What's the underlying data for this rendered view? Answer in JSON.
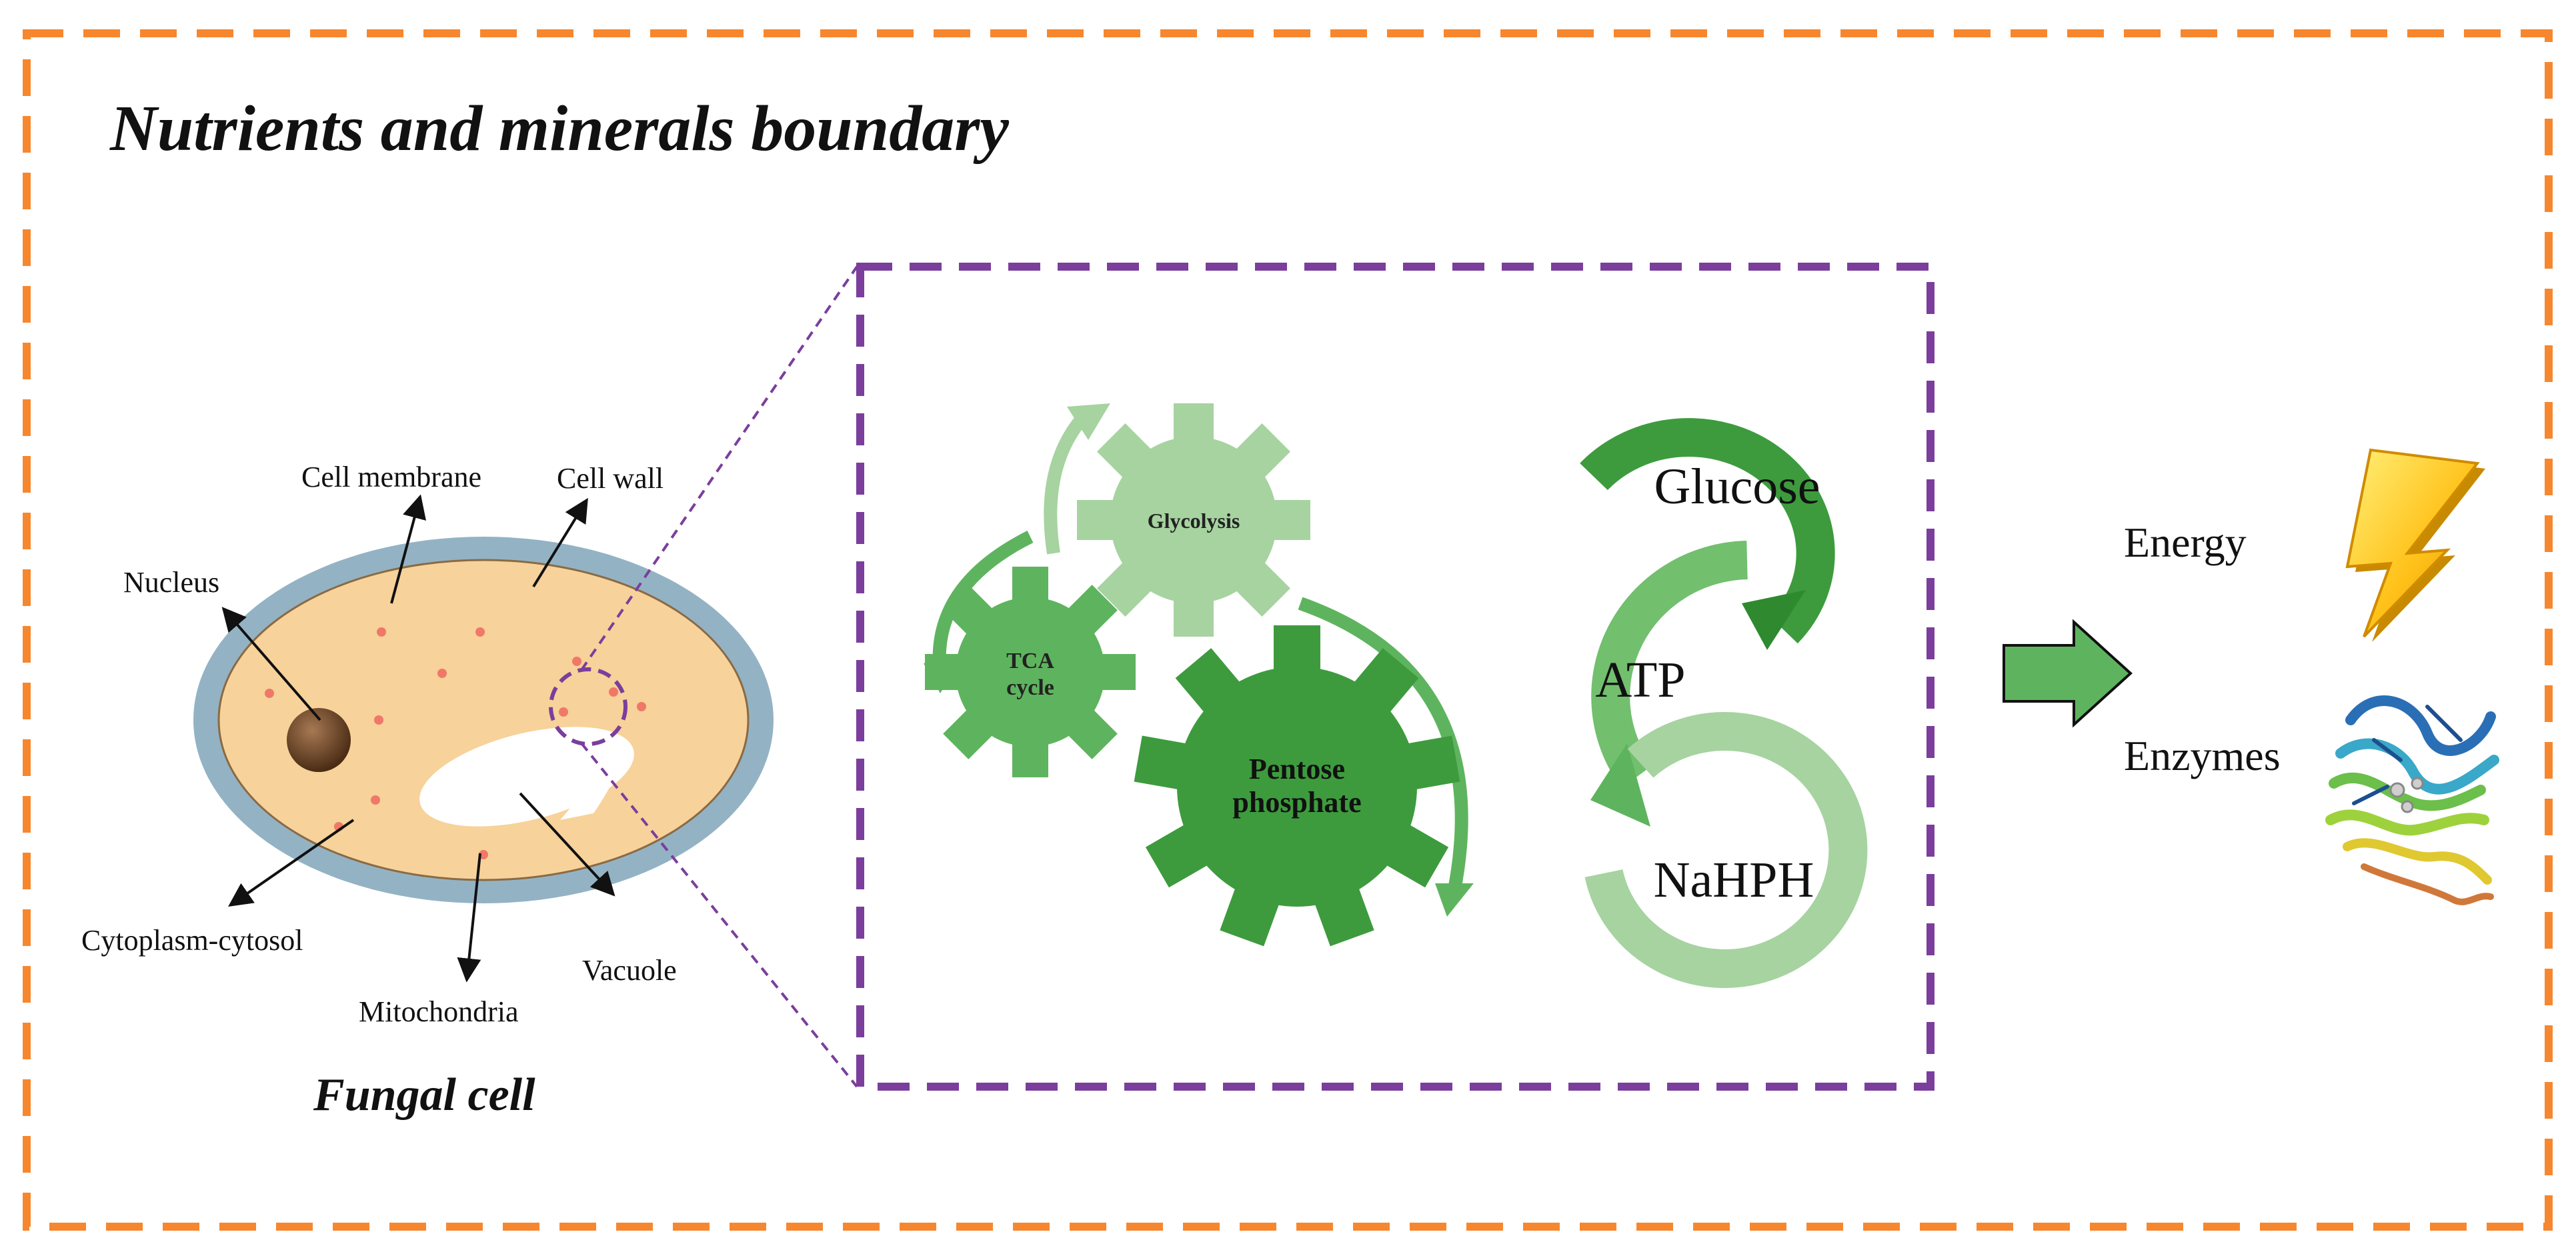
{
  "boundary": {
    "title": "Nutrients and minerals boundary"
  },
  "cell": {
    "caption": "Fungal cell",
    "labels": {
      "cell_membrane": "Cell membrane",
      "cell_wall": "Cell wall",
      "nucleus": "Nucleus",
      "cytoplasm": "Cytoplasm-cytosol",
      "mitochondria": "Mitochondria",
      "vacuole": "Vacuole"
    }
  },
  "pathways": {
    "glycolysis": "Glycolysis",
    "tca_line1": "TCA",
    "tca_line2": "cycle",
    "pentose_line1": "Pentose",
    "pentose_line2": "phosphate"
  },
  "cycle": {
    "glucose": "Glucose",
    "atp": "ATP",
    "nahph": "NaHPH"
  },
  "outputs": {
    "energy": "Energy",
    "enzymes": "Enzymes"
  },
  "colors": {
    "boundary": "#f7872e",
    "zoom_box": "#7b3e9c",
    "dark_green": "#3d9b3d",
    "mid_green": "#5eb45e",
    "light_green": "#a6d3a0",
    "cytoplasm": "#f7d29a",
    "cell_wall": "#93b3c4"
  },
  "icons": [
    "lightning-bolt-icon",
    "protein-structure-icon",
    "right-arrow-icon"
  ]
}
